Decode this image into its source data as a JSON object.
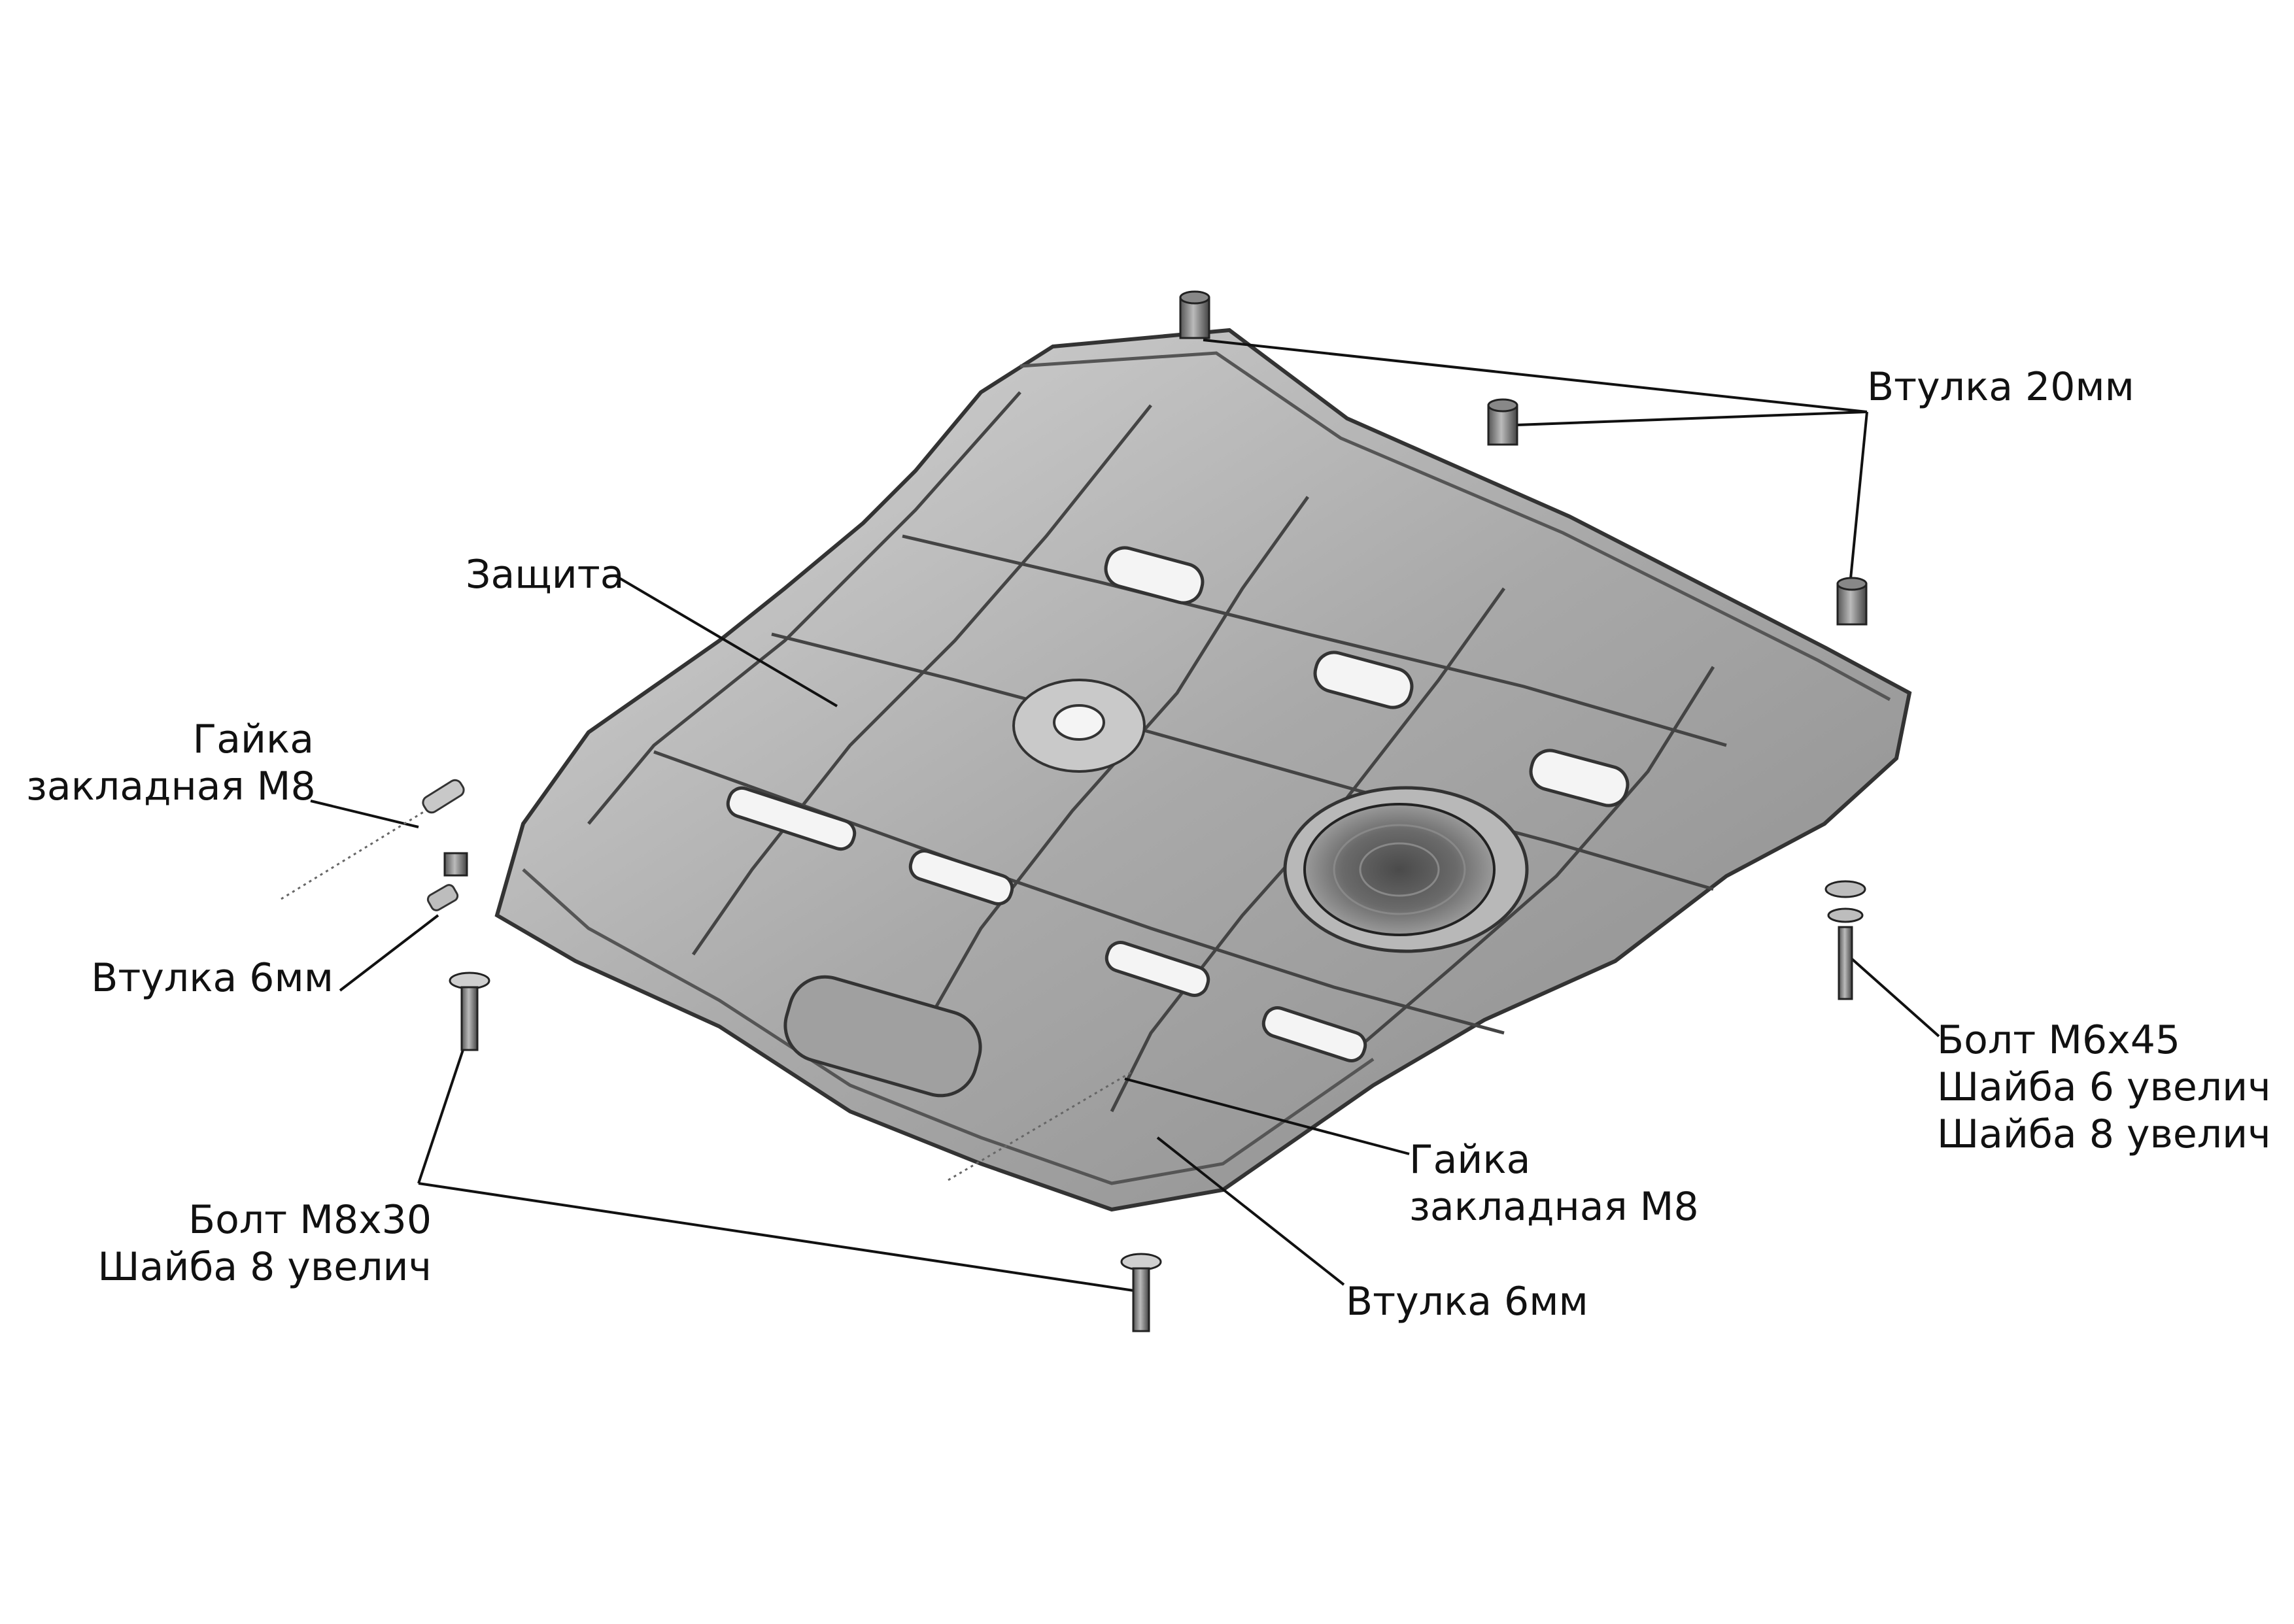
{
  "labels": {
    "bushing_20": "Втулка 20мм",
    "guard": "Защита",
    "nut_left": [
      "Гайка",
      "закладная М8"
    ],
    "bushing_6_left": "Втулка 6мм",
    "bolt_m8": [
      "Болт М8х30",
      "Шайба 8 увелич"
    ],
    "nut_right": [
      "Гайка",
      "закладная М8"
    ],
    "bushing_6_right": "Втулка 6мм",
    "bolt_m6": [
      "Болт М6х45",
      "Шайба 6 увелич",
      "Шайба 8 увелич"
    ]
  }
}
